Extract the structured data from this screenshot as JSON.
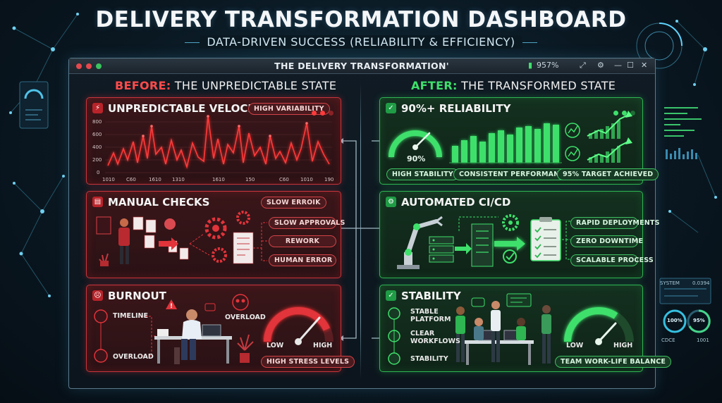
{
  "header": {
    "title": "DELIVERY TRANSFORMATION DASHBOARD",
    "subtitle": "DATA-DRIVEN SUCCESS (RELIABILITY & EFFICIENCY)"
  },
  "window": {
    "title": "THE DELIVERY TRANSFORMATION'",
    "zoom": "957%"
  },
  "before": {
    "head_strong": "BEFORE:",
    "head_rest": " THE UNPREDICTABLE STATE",
    "velocity": {
      "title": "UNPREDICTABLE VELOCITY",
      "badge": "HIGH VARIABILITY",
      "y_ticks": [
        "800",
        "600",
        "400",
        "200",
        "0"
      ],
      "x_ticks": [
        "1010",
        "C60",
        "1610",
        "1310",
        "1610",
        "150",
        "C60",
        "1010",
        "190"
      ]
    },
    "manual": {
      "title": "MANUAL CHECKS",
      "badge": "SLOW ERROIK",
      "items": [
        "SLOW APPROVALS",
        "REWORK",
        "HUMAN ERROR"
      ]
    },
    "burnout": {
      "title": "BURNOUT",
      "timeline": "TIMELINE",
      "overload_left": "OVERLOAD",
      "overload_right": "OVERLOAD",
      "gauge_low": "LOW",
      "gauge_high": "HIGH",
      "badge": "HIGH STRESS LEVELS"
    }
  },
  "after": {
    "head_strong": "AFTER:",
    "head_rest": " THE TRANSFORMED STATE",
    "reliability": {
      "title": "90%+ RELIABILITY",
      "gauge_value": "90%",
      "badges": [
        "HIGH STABILITY",
        "CONSISTENT PERFORMANCE",
        "95% TARGET ACHIEVED"
      ]
    },
    "cicd": {
      "title": "AUTOMATED CI/CD",
      "items": [
        "RAPID DEPLOYMENTS",
        "ZERO DOWNTIME",
        "SCALABLE PROCESS"
      ]
    },
    "stability": {
      "title": "STABILITY",
      "list": [
        "STABLE PLATFORM",
        "CLEAR WORKFLOWS",
        "STABILITY"
      ],
      "gauge_low": "LOW",
      "gauge_high": "HIGH",
      "badge": "TEAM WORK-LIFE BALANCE"
    }
  },
  "side_right": {
    "stat_label": "SYSTEM",
    "stat_value": "0.0394",
    "ring_a": "100%",
    "ring_b": "95%",
    "foot_a": "CDCE",
    "foot_b": "1001"
  },
  "colors": {
    "red_accent": "#ff4b4b",
    "green_accent": "#3ee06b",
    "panel_red_border": "#c8353b",
    "panel_green_border": "#2fb552"
  }
}
